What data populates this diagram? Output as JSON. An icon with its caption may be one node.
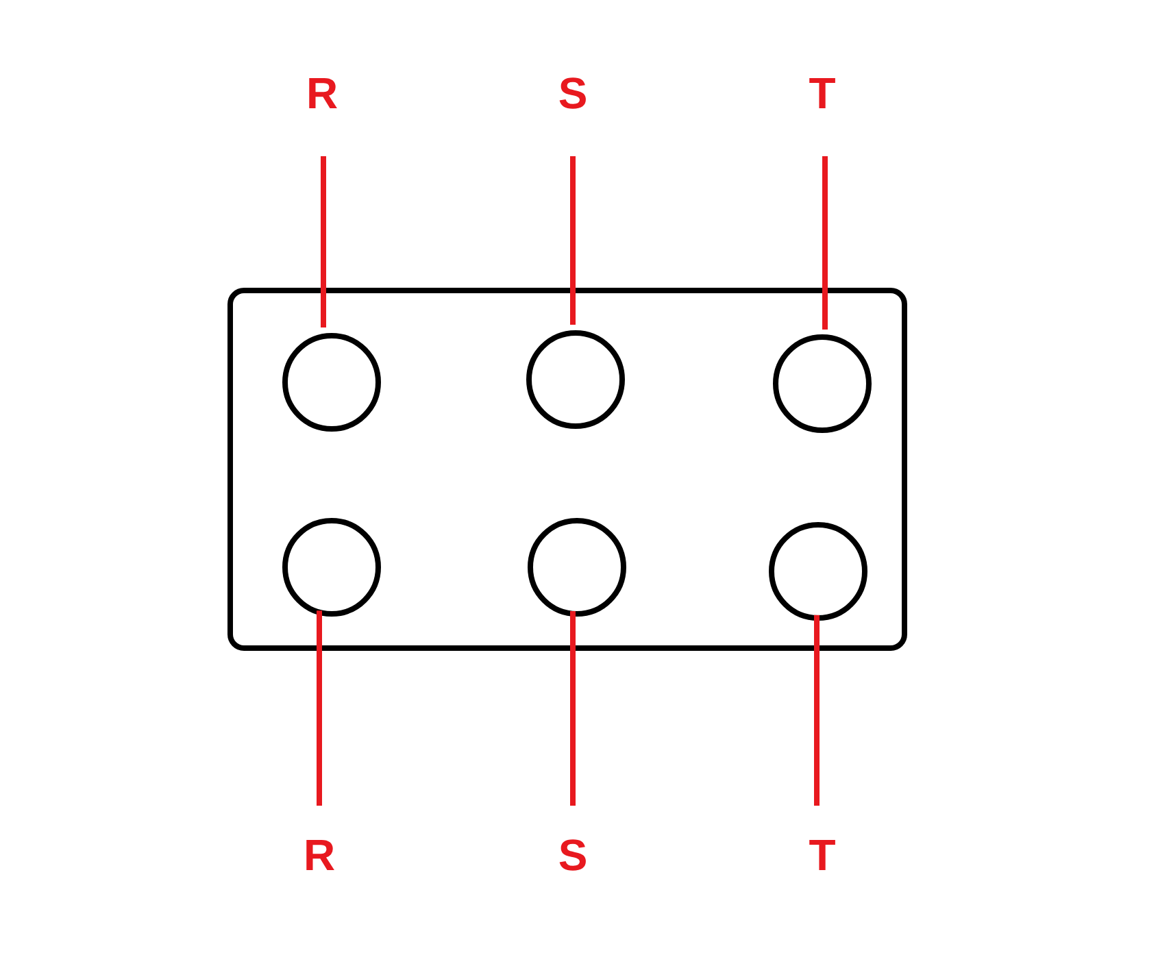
{
  "diagram": {
    "nodes": [
      {
        "text": [
          "R"
        ]
      },
      {
        "text": [
          "S"
        ]
      },
      {
        "text": [
          "T"
        ]
      },
      {
        "text": [],
        "shape": "box"
      },
      {
        "text": [],
        "shape": "circle",
        "in": 3
      },
      {
        "text": [],
        "shape": "circle",
        "in": 3
      },
      {
        "text": [],
        "shape": "circle",
        "in": 3
      },
      {
        "text": [],
        "shape": "circle",
        "in": 3
      },
      {
        "text": [],
        "shape": "circle",
        "in": 3
      },
      {
        "text": [],
        "shape": "circle",
        "in": 3
      },
      {
        "text": [
          "R"
        ]
      },
      {
        "text": [
          "S"
        ]
      },
      {
        "text": [
          "T"
        ]
      }
    ],
    "edges": [
      {
        "from": 0,
        "to": 4,
        "arrow": "none"
      },
      {
        "from": 1,
        "to": 5,
        "arrow": "none"
      },
      {
        "from": 2,
        "to": 6,
        "arrow": "none"
      },
      {
        "from": 10,
        "to": 7,
        "arrow": "none"
      },
      {
        "from": 11,
        "to": 8,
        "arrow": "none"
      },
      {
        "from": 12,
        "to": 9,
        "arrow": "none"
      }
    ]
  }
}
